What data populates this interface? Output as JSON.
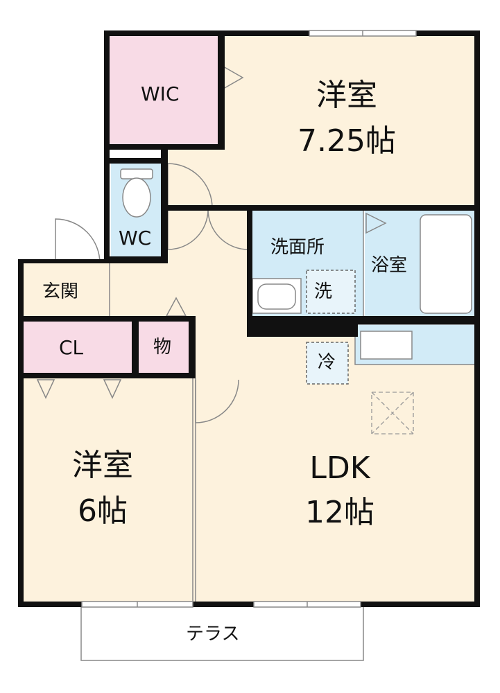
{
  "rooms": {
    "wic": "WIC",
    "bedroom1_name": "洋室",
    "bedroom1_size": "7.25帖",
    "wc": "WC",
    "washroom": "洗面所",
    "bath": "浴室",
    "entrance": "玄関",
    "closet": "CL",
    "storage": "物",
    "bedroom2_name": "洋室",
    "bedroom2_size": "6帖",
    "ldk_name": "LDK",
    "ldk_size": "12帖",
    "terrace": "テラス"
  },
  "fixtures": {
    "washer": "洗",
    "fridge": "冷"
  },
  "colors": {
    "wall": "#111111",
    "floor_room": "#fdf2dd",
    "floor_wet": "#d2ebf7",
    "floor_storage": "#f8dbe6"
  }
}
